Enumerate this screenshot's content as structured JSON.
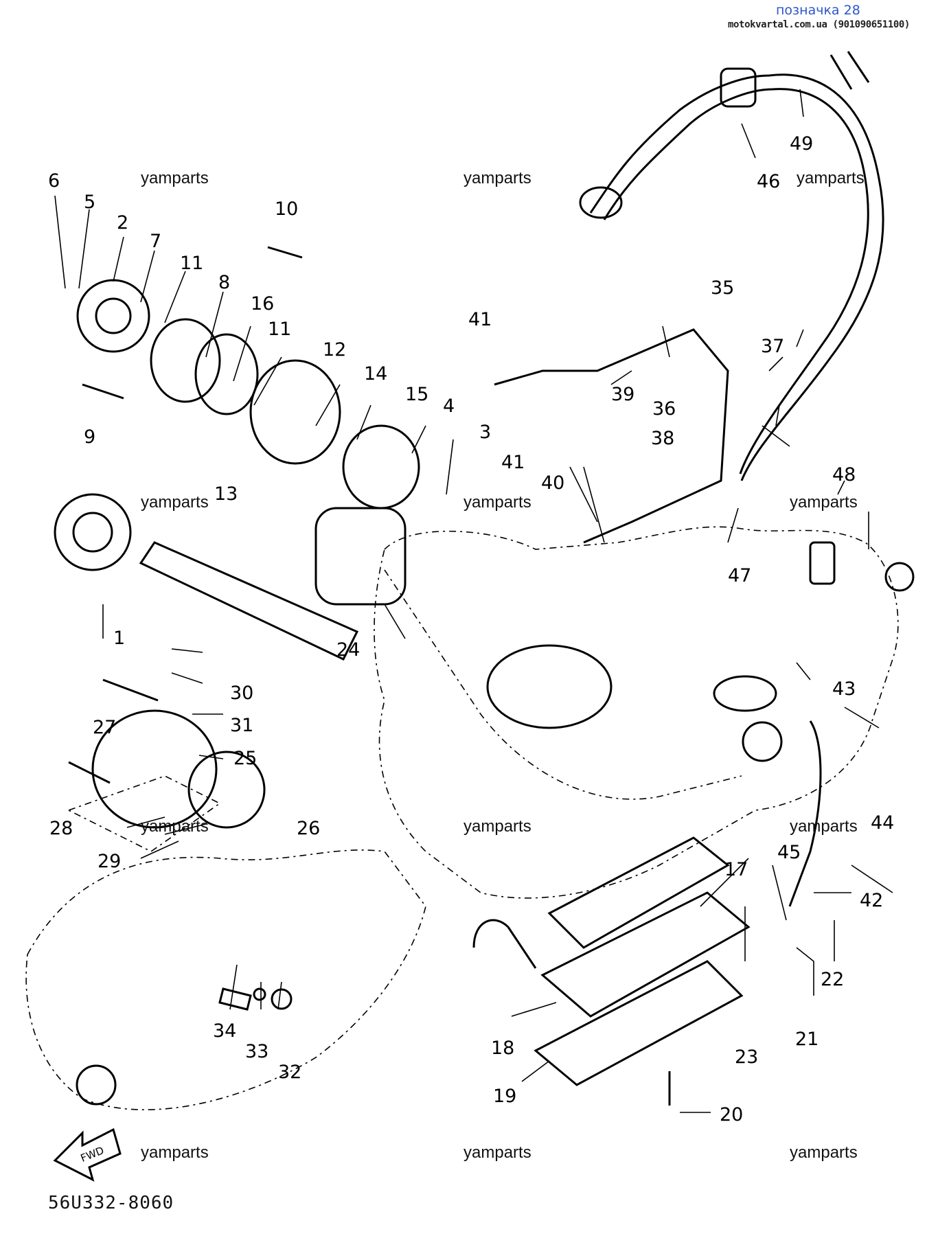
{
  "header": {
    "tag": "позначка 28",
    "source": "motokvartal.com.ua (901090651100)"
  },
  "watermark": "yamparts",
  "diagram_code": "56U332-8060",
  "fwd_label": "FWD",
  "part_labels": [
    "1",
    "2",
    "3",
    "4",
    "5",
    "6",
    "7",
    "8",
    "9",
    "10",
    "11",
    "11",
    "12",
    "13",
    "14",
    "15",
    "16",
    "17",
    "18",
    "19",
    "20",
    "21",
    "22",
    "23",
    "24",
    "25",
    "26",
    "27",
    "28",
    "29",
    "30",
    "31",
    "32",
    "33",
    "34",
    "35",
    "36",
    "37",
    "38",
    "39",
    "40",
    "41",
    "41",
    "42",
    "43",
    "44",
    "45",
    "46",
    "47",
    "48",
    "49"
  ]
}
